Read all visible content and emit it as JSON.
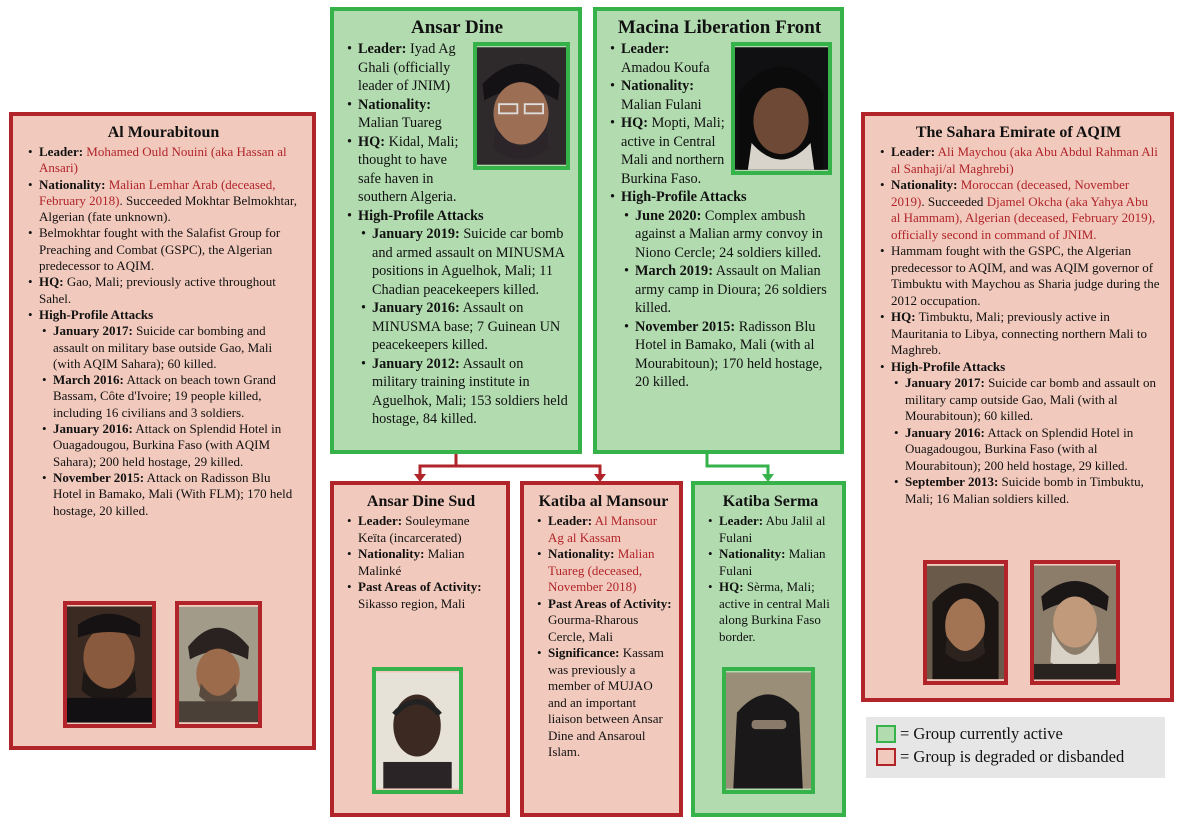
{
  "colors": {
    "active_border": "#35b34a",
    "active_fill": "#b2dcb0",
    "degraded_border": "#b0242a",
    "degraded_fill": "#f2cabd",
    "highlight_text": "#b0242a"
  },
  "al_mourabitoun": {
    "title": "Al Mourabitoun",
    "leader_label": "Leader:",
    "leader_value": "Mohamed Ould Nouini (aka Hassan al Ansari)",
    "nationality_label": "Nationality:",
    "nationality_value": "Malian Lemhar Arab (deceased, February 2018)",
    "nationality_note": ". Succeeded Mokhtar Belmokhtar, Algerian (fate unknown).",
    "belmokhtar": "Belmokhtar fought with the Salafist Group for Preaching and Combat (GSPC), the Algerian predecessor to AQIM.",
    "hq_label": "HQ:",
    "hq_value": "Gao, Mali; previously active throughout Sahel.",
    "attacks_label": "High-Profile Attacks",
    "attacks": [
      {
        "date": "January 2017:",
        "text": "Suicide car bombing and assault on military base outside Gao, Mali (with AQIM Sahara); 60 killed."
      },
      {
        "date": "March 2016:",
        "text": "Attack on beach town Grand Bassam, Côte d'Ivoire; 19 people killed, including 16 civilians and 3 soldiers."
      },
      {
        "date": "January 2016:",
        "text": "Attack on Splendid Hotel in Ouagadougou, Burkina Faso (with AQIM Sahara); 200 held hostage, 29 killed."
      },
      {
        "date": "November 2015:",
        "text": "Attack on Radisson Blu Hotel in Bamako, Mali (With FLM); 170 held hostage, 20 killed."
      }
    ]
  },
  "ansar_dine": {
    "title": "Ansar Dine",
    "leader_label": "Leader:",
    "leader_value": "Iyad Ag Ghali (officially leader of JNIM)",
    "nationality_label": "Nationality:",
    "nationality_value": "Malian Tuareg",
    "hq_label": "HQ:",
    "hq_value": "Kidal, Mali; thought to have safe haven in southern Algeria.",
    "attacks_label": "High-Profile Attacks",
    "attacks": [
      {
        "date": "January 2019:",
        "text": "Suicide car bomb and armed assault on MINUSMA positions in Aguelhok, Mali; 11 Chadian peacekeepers killed."
      },
      {
        "date": "January 2016:",
        "text": "Assault on MINUSMA base; 7 Guinean UN peacekeepers killed."
      },
      {
        "date": "January 2012:",
        "text": "Assault on military training institute in Aguelhok, Mali; 153 soldiers held hostage, 84 killed."
      }
    ]
  },
  "macina": {
    "title": "Macina Liberation Front",
    "leader_label": "Leader:",
    "leader_value": "Amadou Koufa",
    "nationality_label": "Nationality:",
    "nationality_value": "Malian Fulani",
    "hq_label": "HQ:",
    "hq_value_1": "Mopti, Mali;",
    "hq_value_2": "active in Central Mali and northern Burkina Faso.",
    "attacks_label": "High-Profile Attacks",
    "attacks": [
      {
        "date": "June 2020:",
        "text": "Complex ambush against a Malian army convoy in Niono Cercle; 24 soldiers killed."
      },
      {
        "date": "March 2019:",
        "text": "Assault on Malian army camp in Dioura; 26 soldiers killed."
      },
      {
        "date": "November 2015:",
        "text": "Radisson Blu Hotel in Bamako, Mali (with al Mourabitoun); 170 held hostage, 20 killed."
      }
    ]
  },
  "sahara": {
    "title": "The Sahara Emirate of AQIM",
    "leader_label": "Leader:",
    "leader_value": "Ali Maychou (aka Abu Abdul Rahman Ali al Sanhaji/al Maghrebi)",
    "nationality_label": "Nationality:",
    "nationality_value": "Moroccan (deceased, November 2019)",
    "succeeded": ". Succeeded",
    "successor": "Djamel Okcha (aka Yahya Abu al Hammam), Algerian (deceased, February 2019), officially second in command of JNIM.",
    "hammam": "Hammam fought with the GSPC, the Algerian predecessor to AQIM, and was AQIM governor of Timbuktu with Maychou as Sharia judge during the 2012 occupation.",
    "hq_label": "HQ:",
    "hq_value": "Timbuktu, Mali; previously active in Mauritania to Libya, connecting northern Mali to Maghreb.",
    "attacks_label": "High-Profile Attacks",
    "attacks": [
      {
        "date": "January 2017:",
        "text": "Suicide car bomb and assault on military camp outside Gao, Mali (with al Mourabitoun); 60 killed."
      },
      {
        "date": "January 2016:",
        "text": "Attack on Splendid Hotel in Ouagadougou, Burkina Faso (with al Mourabitoun); 200 held hostage, 29 killed."
      },
      {
        "date": "September 2013:",
        "text": "Suicide bomb in Timbuktu, Mali; 16 Malian soldiers killed."
      }
    ]
  },
  "ansar_dine_sud": {
    "title": "Ansar Dine Sud",
    "leader_label": "Leader:",
    "leader_value": "Souleymane Keïta (incarcerated)",
    "nationality_label": "Nationality:",
    "nationality_value": "Malian Malinké",
    "areas_label": "Past Areas of Activity:",
    "areas_value": "Sikasso region, Mali"
  },
  "katiba_mansour": {
    "title": "Katiba al Mansour",
    "leader_label": "Leader:",
    "leader_value": "Al Mansour Ag al Kassam",
    "nationality_label": "Nationality:",
    "nationality_value": "Malian Tuareg (deceased, November 2018)",
    "areas_label": "Past Areas of Activity:",
    "areas_value": "Gourma-Rharous Cercle, Mali",
    "significance_label": "Significance:",
    "significance_value": "Kassam was previously a member of MUJAO and an important liaison between Ansar Dine and Ansaroul Islam."
  },
  "katiba_serma": {
    "title": "Katiba Serma",
    "leader_label": "Leader:",
    "leader_value": "Abu Jalil al Fulani",
    "nationality_label": "Nationality:",
    "nationality_value": "Malian Fulani",
    "hq_label": "HQ:",
    "hq_value": "Sèrma, Mali; active in central Mali along Burkina Faso border."
  },
  "legend": {
    "active": "= Group currently active",
    "degraded": "= Group is degraded or disbanded"
  }
}
